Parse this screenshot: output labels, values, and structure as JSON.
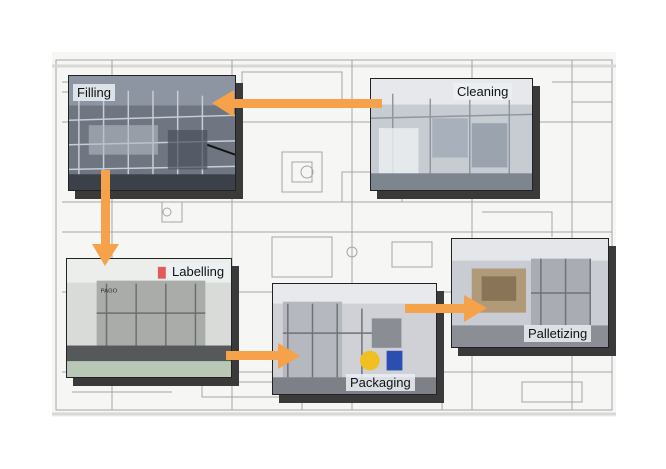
{
  "stages": {
    "filling": "Filling",
    "cleaning": "Cleaning",
    "labelling": "Labelling",
    "packaging": "Packaging",
    "palletizing": "Palletizing"
  },
  "colors": {
    "arrow": "#f5a24a",
    "frame_border": "#222222",
    "shadow": "#3a3a3a",
    "blueprint_line": "#8a8a8a"
  }
}
